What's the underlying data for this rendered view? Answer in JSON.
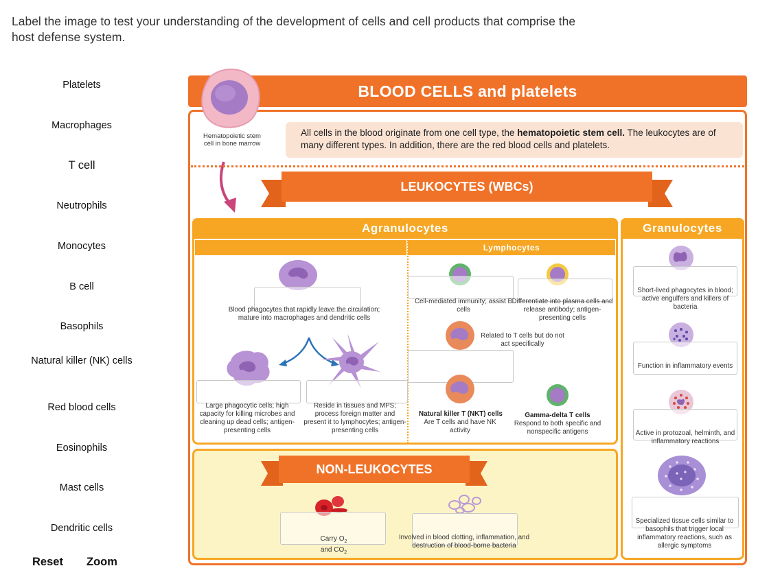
{
  "instruction": "Label the image to test your understanding of the development of cells and cell products that comprise the host defense system.",
  "labels": [
    "Platelets",
    "Macrophages",
    "T cell",
    "Neutrophils",
    "Monocytes",
    "B cell",
    "Basophils",
    "Natural killer (NK) cells",
    "Red blood cells",
    "Eosinophils",
    "Mast cells",
    "Dendritic cells"
  ],
  "controls": {
    "reset": "Reset",
    "zoom": "Zoom"
  },
  "figure": {
    "title": "BLOOD CELLS and platelets",
    "stem_caption": "Hematopoietic stem cell in bone marrow",
    "intro_part1": "All cells in the blood originate from one cell type, the ",
    "intro_bold": "hematopoietic stem cell.",
    "intro_part2": " The leukocytes are of many different types. In addition, there are the red blood cells and platelets.",
    "leukocytes_banner": "LEUKOCYTES (WBCs)",
    "agranulocytes": "Agranulocytes",
    "granulocytes": "Granulocytes",
    "lymphocytes": "Lymphocytes",
    "non_leukocytes_banner": "NON-LEUKOCYTES",
    "captions": {
      "monocyte": "Blood phagocytes that rapidly leave the circulation; mature into macrophages and dendritic cells",
      "macrophage": "Large phagocytic cells; high capacity for killing microbes and cleaning up dead cells; antigen-presenting cells",
      "dendritic": "Reside in tissues and MPS; process foreign matter and present it to lymphocytes; antigen-presenting cells",
      "t_cell": "Cell-mediated immunity; assist B cells",
      "b_cell": "Differentiate into plasma cells and release antibody; antigen-presenting cells",
      "nk": "Related to T cells but do not act specifically",
      "nkt_title": "Natural killer T (NKT) cells",
      "nkt_body": "Are T cells and have NK activity",
      "gd_title": "Gamma-delta T cells",
      "gd_body": "Respond to both specific and nonspecific antigens",
      "neutrophil": "Short-lived phagocytes in blood; active engulfers and killers of bacteria",
      "basophil": "Function in inflammatory events",
      "eosinophil": "Active in protozoal, helminth, and inflammatory reactions",
      "mast": "Specialized tissue cells similar to basophils that trigger local inflammatory reactions, such as allergic symptoms",
      "rbc_prefix": "Carry O",
      "rbc_sub1": "2",
      "rbc_mid": "and CO",
      "rbc_sub2": "2",
      "platelet": "Involved in blood clotting, inflammation, and destruction of blood-borne bacteria"
    }
  },
  "colors": {
    "orange": "#f07228",
    "amber": "#f6a623",
    "cream": "#fdf4c6",
    "peach": "#fbe3d4",
    "cell_purple": "#a57bc6",
    "lymph_green": "#5fb36a",
    "lymph_yellow": "#f5c842",
    "nk_orange": "#e98a5a",
    "rbc_red": "#d92228"
  }
}
